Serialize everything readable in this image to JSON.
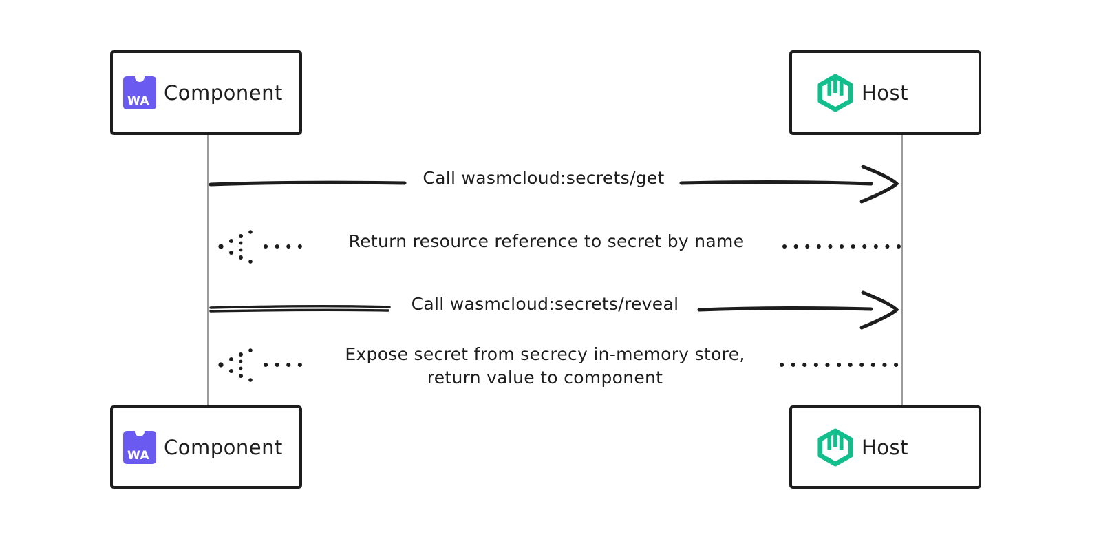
{
  "diagram": {
    "kind": "sequence-diagram",
    "background": "#ffffff"
  },
  "palette": {
    "ink": "#1d1d1d",
    "lifeline_gray": "#9b9b9b",
    "wasm_purple": "#6a5af0",
    "wasmcloud_green": "#13be8d"
  },
  "actors": {
    "component": {
      "label": "Component",
      "icon": "wasm-component-icon",
      "badge_text": "WA"
    },
    "host": {
      "label": "Host",
      "icon": "wasmcloud-host-icon"
    }
  },
  "messages": [
    {
      "style": "solid",
      "from": "component",
      "to": "host",
      "label": "Call wasmcloud:secrets/get"
    },
    {
      "style": "dotted",
      "from": "host",
      "to": "component",
      "label": "Return resource reference to secret by name"
    },
    {
      "style": "solid",
      "from": "component",
      "to": "host",
      "label": "Call wasmcloud:secrets/reveal"
    },
    {
      "style": "dotted",
      "from": "host",
      "to": "component",
      "label": "Expose secret from secrecy in-memory store, return value to component",
      "lines": [
        "Expose secret from secrecy in-memory store,",
        "return value to component"
      ]
    }
  ]
}
